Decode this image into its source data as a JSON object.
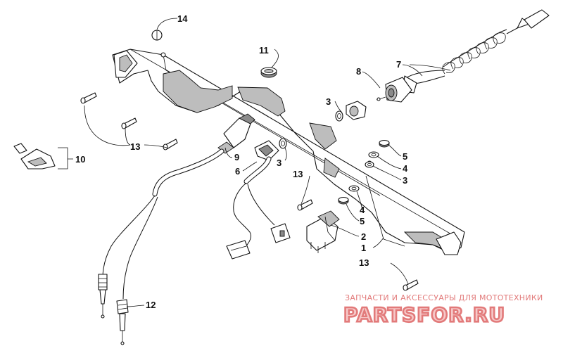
{
  "callouts": [
    {
      "id": "c14",
      "label": "14"
    },
    {
      "id": "c11",
      "label": "11"
    },
    {
      "id": "c7",
      "label": "7"
    },
    {
      "id": "c8",
      "label": "8"
    },
    {
      "id": "c3a",
      "label": "3"
    },
    {
      "id": "c13a",
      "label": "13"
    },
    {
      "id": "c9",
      "label": "9"
    },
    {
      "id": "c10",
      "label": "10"
    },
    {
      "id": "c6",
      "label": "6"
    },
    {
      "id": "c3b",
      "label": "3"
    },
    {
      "id": "c13b",
      "label": "13"
    },
    {
      "id": "c5a",
      "label": "5"
    },
    {
      "id": "c4a",
      "label": "4"
    },
    {
      "id": "c3c",
      "label": "3"
    },
    {
      "id": "c4b",
      "label": "4"
    },
    {
      "id": "c5b",
      "label": "5"
    },
    {
      "id": "c2",
      "label": "2"
    },
    {
      "id": "c1",
      "label": "1"
    },
    {
      "id": "c13c",
      "label": "13"
    },
    {
      "id": "c12",
      "label": "12"
    }
  ],
  "watermark": {
    "tagline": "ЗАПЧАСТИ И АКСЕССУАРЫ ДЛЯ МОТОТЕХНИКИ",
    "brand": "PARTSFOR.RU",
    "color": "#e27a7a"
  }
}
